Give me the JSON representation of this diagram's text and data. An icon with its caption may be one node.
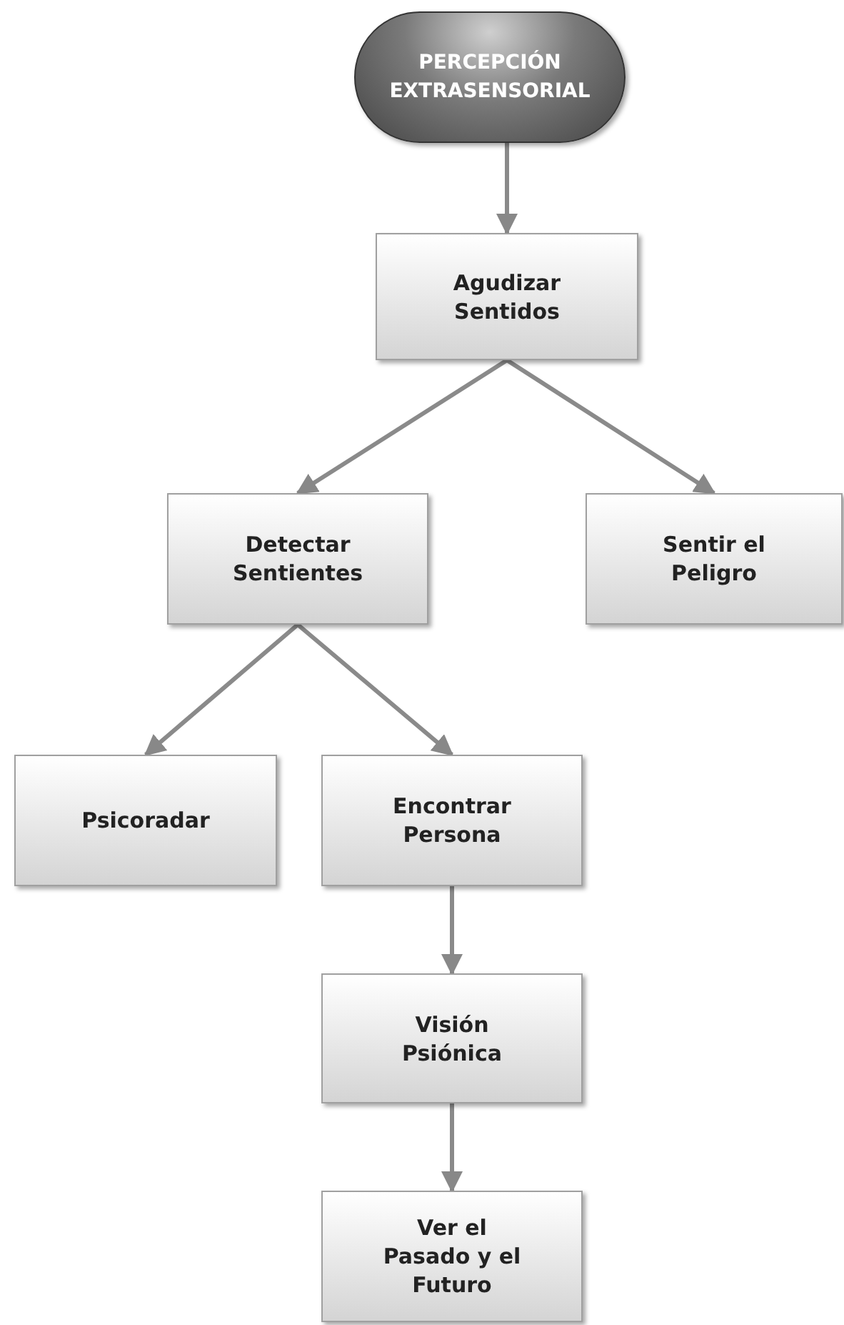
{
  "diagram": {
    "nodes": [
      {
        "text": [
          "PERCEPCIÓN EXTRASENSORIAL"
        ]
      },
      {
        "text": [
          "Agudizar Sentidos"
        ]
      },
      {
        "text": [
          "Detectar Sentientes"
        ]
      },
      {
        "text": [
          "Sentir el Peligro"
        ]
      },
      {
        "text": [
          "Psicoradar"
        ]
      },
      {
        "text": [
          "Encontrar Persona"
        ]
      },
      {
        "text": [
          "Visión Psiónica"
        ]
      },
      {
        "text": [
          "Ver el Pasado y el Futuro"
        ]
      }
    ],
    "edges": [
      {
        "from": 0,
        "to": 1,
        "arrow": "to"
      },
      {
        "from": 1,
        "to": 2,
        "arrow": "to"
      },
      {
        "from": 1,
        "to": 3,
        "arrow": "to"
      },
      {
        "from": 2,
        "to": 4,
        "arrow": "to"
      },
      {
        "from": 2,
        "to": 5,
        "arrow": "to"
      },
      {
        "from": 5,
        "to": 6,
        "arrow": "to"
      },
      {
        "from": 6,
        "to": 7,
        "arrow": "to"
      }
    ]
  }
}
